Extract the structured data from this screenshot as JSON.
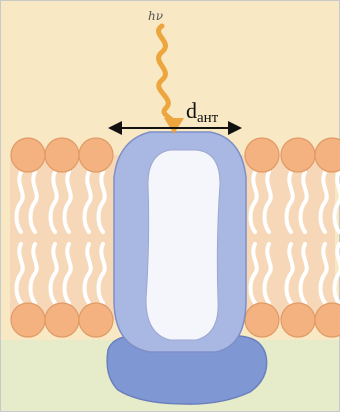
{
  "diagram": {
    "photon_label": "hν",
    "diameter_label": {
      "main": "d",
      "sub": "aнт"
    },
    "colors": {
      "background": "#f8e8c3",
      "lower_background": "#e6ebca",
      "lipid_head": "#f3b27f",
      "lipid_head_stroke": "#e09a66",
      "lipid_tail_zone": "#f6d8b9",
      "protein_outer": "#a9b8e2",
      "protein_outer_stroke": "#7e8fc7",
      "protein_inner": "#f4f6fb",
      "protein_base": "#7f97d3",
      "photon": "#eda53e",
      "arrow": "#111111"
    }
  }
}
